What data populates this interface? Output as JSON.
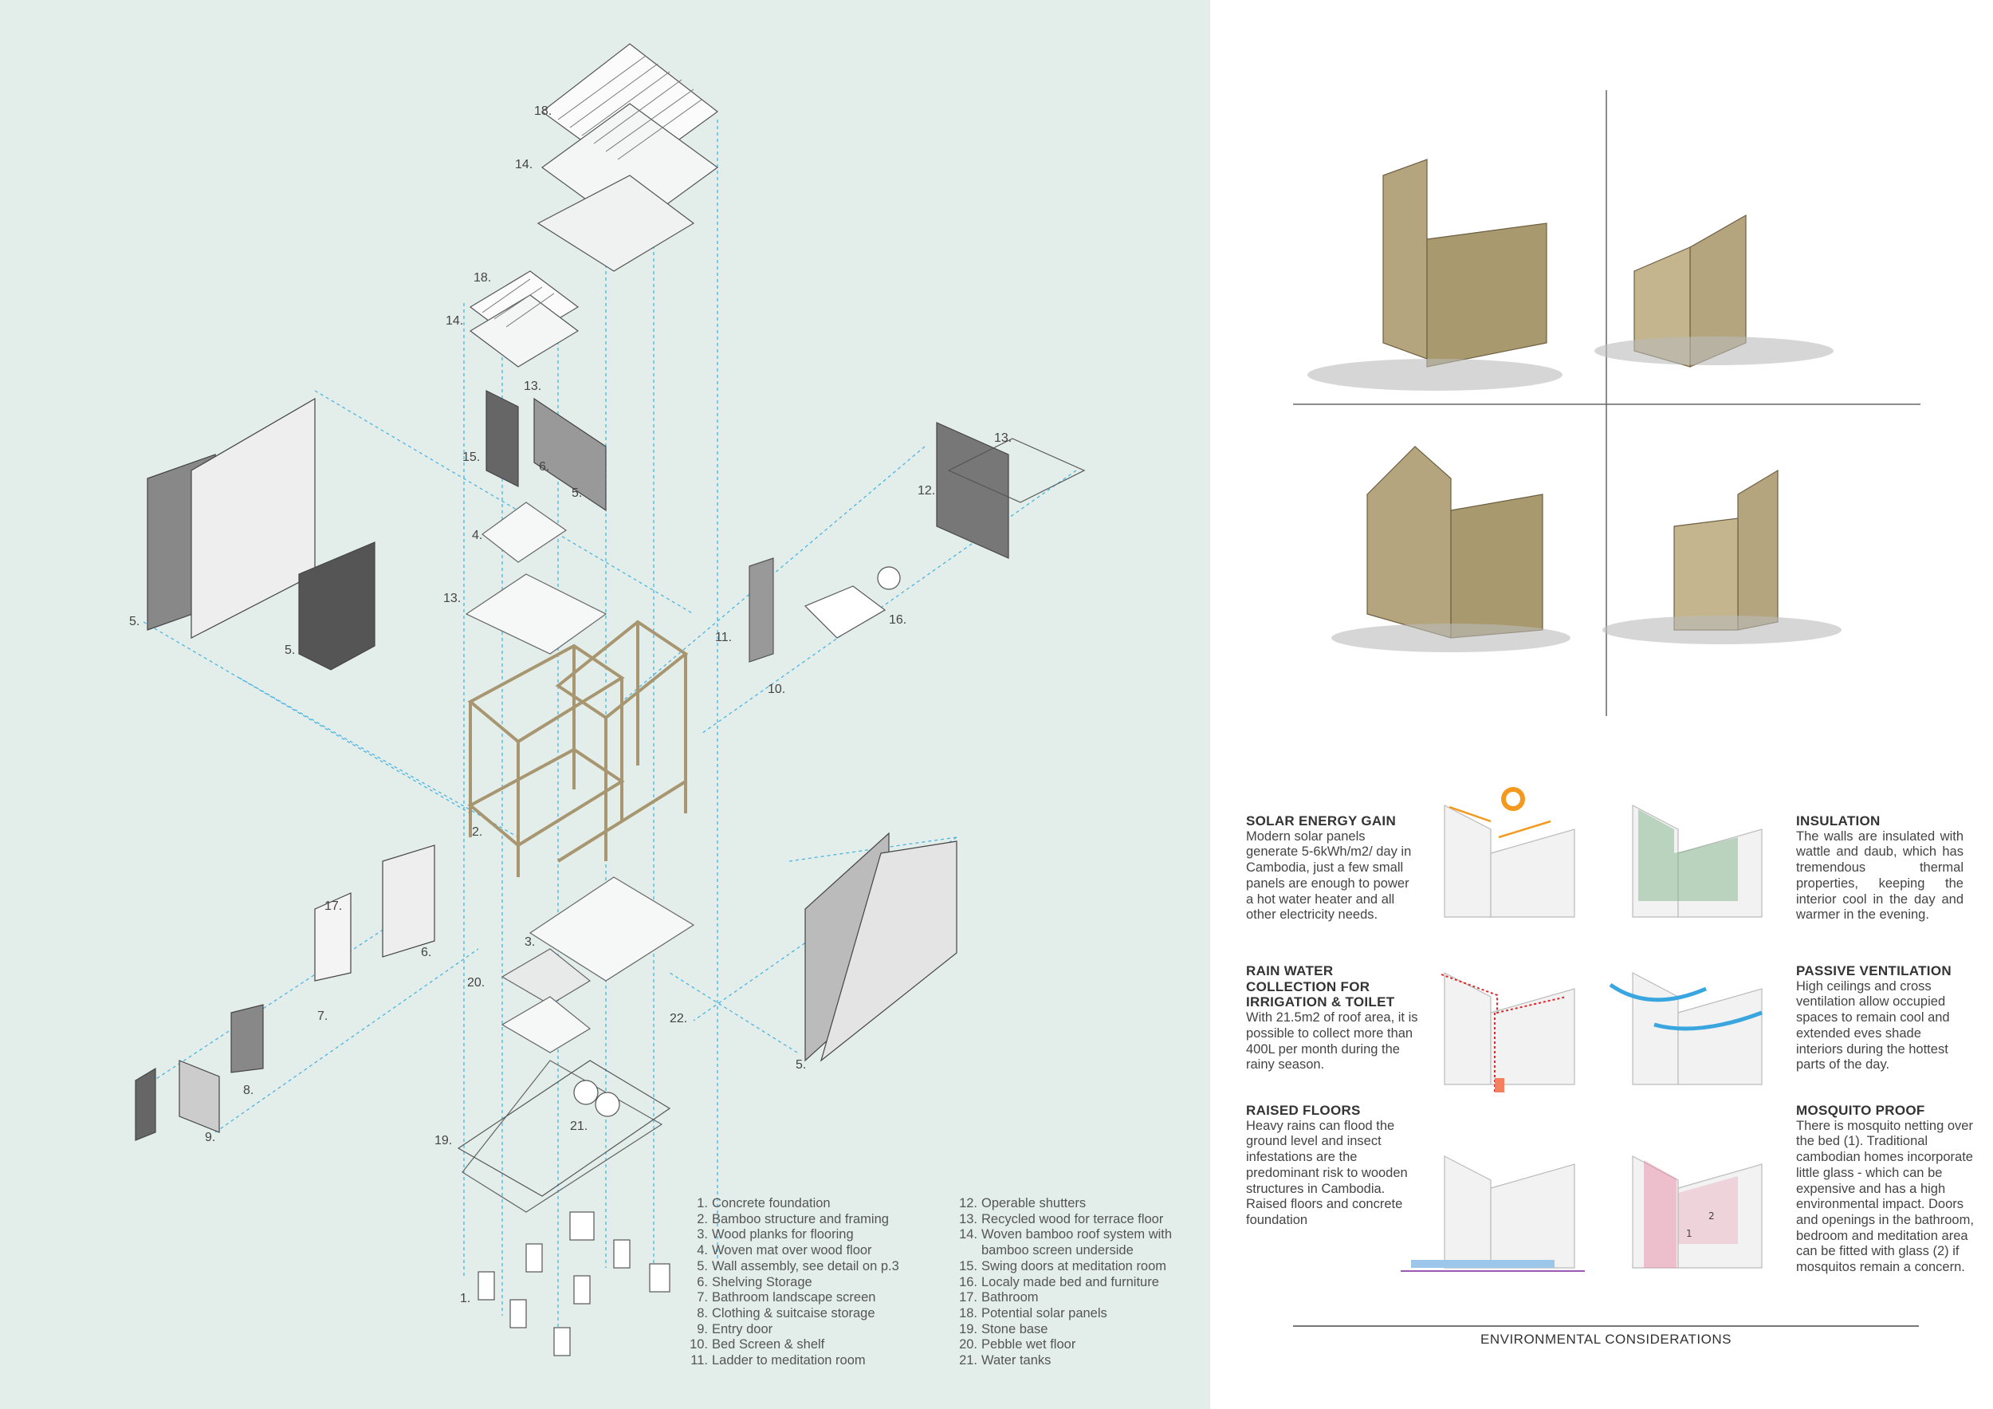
{
  "colors": {
    "panel_bg": "#e3eeeb",
    "guide": "#4cb4e0",
    "bamboo": "#a89670",
    "solar": "#f39a1e",
    "rain": "#e0242a",
    "air": "#3aa6e0",
    "insulation": "#7fb38a",
    "mosquito": "#e78aa5"
  },
  "callouts": [
    {
      "text": "18."
    },
    {
      "text": "14."
    },
    {
      "text": "18."
    },
    {
      "text": "14."
    },
    {
      "text": "13."
    },
    {
      "text": "15."
    },
    {
      "text": "6."
    },
    {
      "text": "5."
    },
    {
      "text": "4."
    },
    {
      "text": "13."
    },
    {
      "text": "5."
    },
    {
      "text": "5."
    },
    {
      "text": "13."
    },
    {
      "text": "12."
    },
    {
      "text": "11."
    },
    {
      "text": "10."
    },
    {
      "text": "16."
    },
    {
      "text": "2."
    },
    {
      "text": "17."
    },
    {
      "text": "6."
    },
    {
      "text": "7."
    },
    {
      "text": "3."
    },
    {
      "text": "20."
    },
    {
      "text": "22."
    },
    {
      "text": "5."
    },
    {
      "text": "8."
    },
    {
      "text": "9."
    },
    {
      "text": "19."
    },
    {
      "text": "21."
    },
    {
      "text": "1."
    }
  ],
  "legend": {
    "col1": [
      {
        "n": "1.",
        "t": "Concrete foundation"
      },
      {
        "n": "2.",
        "t": "Bamboo structure and framing"
      },
      {
        "n": "3.",
        "t": "Wood planks for flooring"
      },
      {
        "n": "4.",
        "t": "Woven mat over wood floor"
      },
      {
        "n": "5.",
        "t": "Wall assembly, see detail on p.3"
      },
      {
        "n": "6.",
        "t": "Shelving Storage"
      },
      {
        "n": "7.",
        "t": "Bathroom landscape screen"
      },
      {
        "n": "8.",
        "t": "Clothing & suitcaise storage"
      },
      {
        "n": "9.",
        "t": "Entry door"
      },
      {
        "n": "10.",
        "t": "Bed Screen & shelf"
      },
      {
        "n": "11.",
        "t": "Ladder to meditation room"
      }
    ],
    "col2": [
      {
        "n": "12.",
        "t": "Operable shutters"
      },
      {
        "n": "13.",
        "t": "Recycled wood for terrace floor"
      },
      {
        "n": "14.",
        "t": "Woven bamboo roof system with",
        "t2": "bamboo screen underside"
      },
      {
        "n": "15.",
        "t": "Swing doors at meditation room"
      },
      {
        "n": "16.",
        "t": "Localy made bed and furniture"
      },
      {
        "n": "17.",
        "t": "Bathroom"
      },
      {
        "n": "18.",
        "t": "Potential solar panels"
      },
      {
        "n": "19.",
        "t": "Stone base"
      },
      {
        "n": "20.",
        "t": "Pebble wet floor"
      },
      {
        "n": "21.",
        "t": "Water tanks"
      }
    ]
  },
  "environment": {
    "solar": {
      "title": "SOLAR ENERGY GAIN",
      "body": "Modern solar panels generate 5-6kWh/m2/ day in Cambodia, just a few small panels are enough to power a hot water heater and all other electricity needs."
    },
    "insulation": {
      "title": "INSULATION",
      "body": "The walls are insulated with wattle and daub, which has tremendous thermal properties, keeping the interior cool in the day and warmer in the evening."
    },
    "rain": {
      "title": "RAIN WATER COLLECTION FOR IRRIGATION & TOILET",
      "body": "With 21.5m2 of roof area, it is possible to collect more than 400L per month during the rainy season."
    },
    "ventilation": {
      "title": "PASSIVE VENTILATION",
      "body": "High ceilings and cross ventilation allow occupied spaces to remain cool and extended eves shade interiors during the hottest parts of the day."
    },
    "raised": {
      "title": "RAISED FLOORS",
      "body": "Heavy rains can flood the ground level and insect infestations are the predominant risk to wooden structures in Cambodia.",
      "body2": "Raised floors and concrete foundation"
    },
    "mosquito": {
      "title": "MOSQUITO PROOF",
      "body": "There is mosquito netting over the bed (1). Traditional cambodian homes incorporate little glass - which can be expensive and has a high environmental impact. Doors and openings in the bathroom, bedroom and meditation area can be fitted with glass (2) if mosquitos remain a concern.",
      "mark1": "1",
      "mark2": "2"
    },
    "section_title": "ENVIRONMENTAL CONSIDERATIONS"
  }
}
